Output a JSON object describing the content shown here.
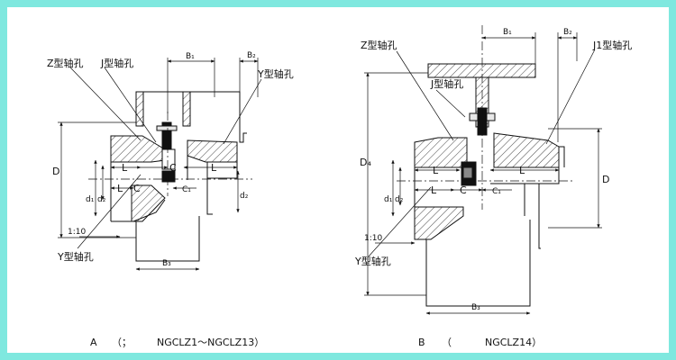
{
  "diagram_a": {
    "labels": {
      "z_bore": "Z型轴孔",
      "j_bore": "J型轴孔",
      "y_bore_top": "Y型轴孔",
      "y_bore_bottom": "Y型轴孔",
      "b1": "B₁",
      "b2": "B₂",
      "b3": "B₃",
      "D": "D",
      "d1": "d₁",
      "d2": "d₂",
      "L1": "L",
      "C1": "C",
      "L2": "L",
      "L3": "L",
      "C2": "C",
      "C3": "C₁",
      "taper": "1:10"
    },
    "caption_letter": "A",
    "caption_paren": "（；",
    "caption_model": "NGCLZ1～NGCLZ13）"
  },
  "diagram_b": {
    "labels": {
      "z_bore": "Z型轴孔",
      "j_bore": "J型轴孔",
      "j1_bore": "J1型轴孔",
      "y_bore": "Y型轴孔",
      "b1": "B₁",
      "b2": "B₂",
      "b3": "B₃",
      "D4": "D₄",
      "D": "D",
      "d1": "d₁",
      "d2": "d₂",
      "L1": "L",
      "L2": "L",
      "L3": "L",
      "C1": "C",
      "C2": "C₁",
      "taper": "1:10"
    },
    "caption_letter": "B",
    "caption_paren": "（",
    "caption_model": "NGCLZ14）"
  }
}
